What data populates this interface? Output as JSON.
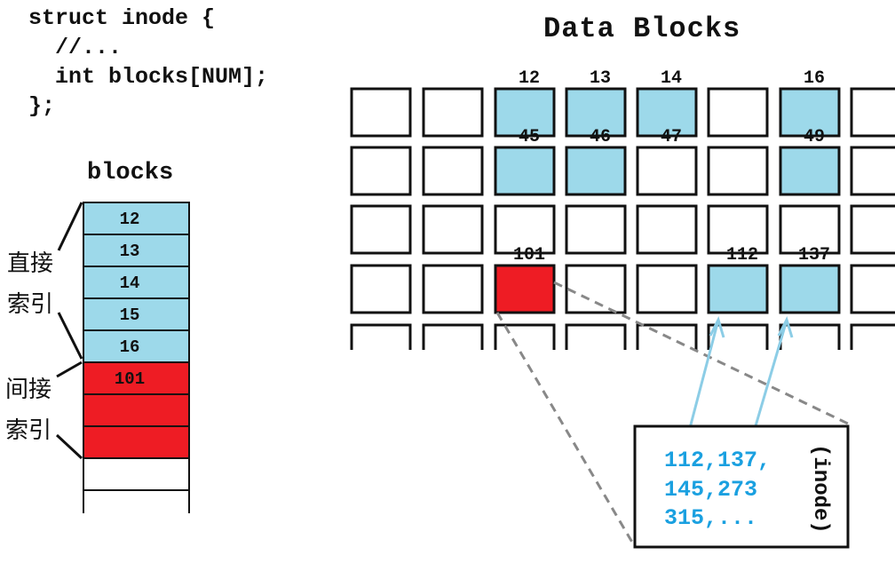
{
  "code": {
    "lines": [
      "struct inode {",
      "  //...",
      "  int blocks[NUM];",
      "};"
    ]
  },
  "blocks_array": {
    "title": "blocks",
    "cells": [
      {
        "value": "12",
        "kind": "direct"
      },
      {
        "value": "13",
        "kind": "direct"
      },
      {
        "value": "14",
        "kind": "direct"
      },
      {
        "value": "15",
        "kind": "direct"
      },
      {
        "value": "16",
        "kind": "direct"
      },
      {
        "value": "101",
        "kind": "indirect"
      },
      {
        "value": "",
        "kind": "indirect"
      },
      {
        "value": "",
        "kind": "indirect"
      },
      {
        "value": "",
        "kind": "empty"
      },
      {
        "value": "",
        "kind": "empty"
      }
    ],
    "direct_label": [
      "直接",
      "索引"
    ],
    "indirect_label": [
      "间接",
      "索引"
    ]
  },
  "data_blocks": {
    "title": "Data Blocks",
    "highlighted": [
      {
        "row": 0,
        "col": 2,
        "label": "12",
        "kind": "direct"
      },
      {
        "row": 0,
        "col": 3,
        "label": "13",
        "kind": "direct"
      },
      {
        "row": 0,
        "col": 4,
        "label": "14",
        "kind": "direct"
      },
      {
        "row": 0,
        "col": 6,
        "label": "16",
        "kind": "direct"
      },
      {
        "row": 1,
        "col": 2,
        "label": "45",
        "kind": "direct"
      },
      {
        "row": 1,
        "col": 3,
        "label": "46",
        "kind": "direct"
      },
      {
        "row": 1,
        "col": 4,
        "label": "47",
        "kind": "plain"
      },
      {
        "row": 1,
        "col": 6,
        "label": "49",
        "kind": "direct"
      },
      {
        "row": 3,
        "col": 2,
        "label": "101",
        "kind": "indirect"
      },
      {
        "row": 3,
        "col": 5,
        "label": "112",
        "kind": "direct"
      },
      {
        "row": 3,
        "col": 6,
        "label": "137",
        "kind": "direct"
      }
    ]
  },
  "index_block": {
    "lines": [
      "112,137,",
      "145,273",
      "315,..."
    ],
    "side_label": "(inode)"
  },
  "colors": {
    "direct": "#9dd9ea",
    "indirect": "#ee1c24",
    "index_text": "#1aa0e0",
    "arrow": "#8ccde6",
    "dashed": "#888888"
  }
}
